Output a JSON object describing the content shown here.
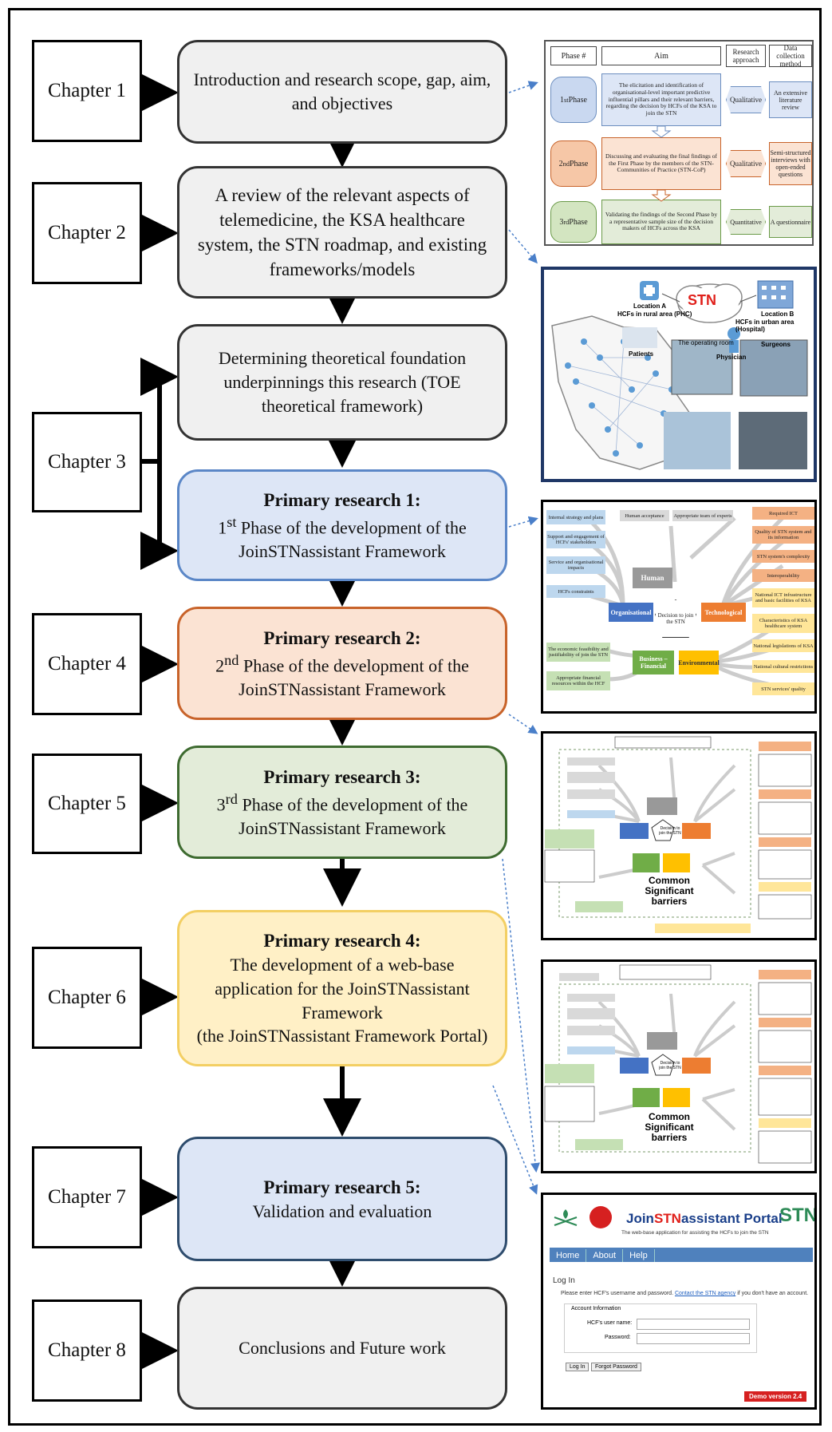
{
  "chapters": [
    "Chapter 1",
    "Chapter 2",
    "Chapter 3",
    "Chapter 4",
    "Chapter 5",
    "Chapter 6",
    "Chapter 7",
    "Chapter 8"
  ],
  "stages": {
    "s1": {
      "text": "Introduction and research scope, gap, aim, and objectives"
    },
    "s2": {
      "text": "A review of the relevant aspects of telemedicine, the KSA healthcare system, the STN roadmap, and existing frameworks/models"
    },
    "s3": {
      "text": "Determining theoretical foundation underpinnings this research (TOE theoretical framework)"
    },
    "s4": {
      "title": "Primary research 1:",
      "sup": "st",
      "num": "1",
      "line1_rest": " Phase of the development of the",
      "line2": "JoinSTNassistant Framework"
    },
    "s5": {
      "title": "Primary research 2:",
      "sup": "nd",
      "num": "2",
      "line1_rest": " Phase of the development of the",
      "line2": "JoinSTNassistant Framework"
    },
    "s6": {
      "title": "Primary research 3:",
      "sup": "rd",
      "num": "3",
      "line1_rest": " Phase of the development of the",
      "line2": "JoinSTNassistant Framework"
    },
    "s7": {
      "title": "Primary research 4:",
      "text": "The development of a web-base application for the JoinSTNassistant Framework",
      "text2": "(the JoinSTNassistant Framework Portal)"
    },
    "s8": {
      "title": "Primary research 5:",
      "text": "Validation and evaluation"
    },
    "s9": {
      "text": "Conclusions and Future work"
    }
  },
  "phase_table": {
    "headers": [
      "Phase #",
      "Aim",
      "Research approach",
      "Data collection method"
    ],
    "rows": [
      {
        "phase_num": "1",
        "phase_sup": "st",
        "phase_word": " Phase",
        "aim": "The elicitation and identification of organisational-level important predictive influential pillars and their relevant barriers, regarding the decision by HCFs of the KSA to join the STN",
        "approach": "Qualitative",
        "method": "An extensive literature review"
      },
      {
        "phase_num": "2",
        "phase_sup": "nd",
        "phase_word": " Phase",
        "aim": "Discussing and evaluating the final findings of the First Phase by the members of the STN-Communities of Practice (STN-CoP)",
        "approach": "Qualitative",
        "method": "Semi-structured interviews with open-ended questions"
      },
      {
        "phase_num": "3",
        "phase_sup": "rd",
        "phase_word": " Phase",
        "aim": "Validating the findings of the Second Phase by a representative sample size of the decision makers of HCFs across the KSA",
        "approach": "Quantitative",
        "method": "A questionnaire"
      }
    ]
  },
  "stn_map": {
    "stn_label": "STN",
    "location_a": "Location A",
    "location_a_sub": "HCFs in rural area (PHC)",
    "location_b": "Location B",
    "location_b_sub": "HCFs in urban area (Hospital)",
    "patients": "Patients",
    "operating_room": "The operating room",
    "physician": "Physician",
    "surgeons": "Surgeons"
  },
  "framework1": {
    "center": "Decision to join the STN",
    "pillars": [
      "Human",
      "Organisational",
      "Technological",
      "Business – Financial",
      "Environmental"
    ],
    "left_items": [
      "Internal strategy and plans",
      "Support and engagement of HCFs' stakeholders",
      "Service and organisational impacts",
      "HCFs constraints"
    ],
    "top_items": [
      "Human acceptance",
      "Appropriate team of experts"
    ],
    "right_items": [
      "Required ICT",
      "Quality of STN system and its information",
      "STN system's complexity",
      "Interoperability",
      "National ICT infrastructure and basic facilities of KSA",
      "Characteristics of KSA healthcare system",
      "National legislations of KSA",
      "National cultural restrictions",
      "STN services' quality"
    ],
    "bottom_left_items": [
      "The economic feasibility and justifiability of join the STN",
      "Appropriate financial resources within the HCF"
    ]
  },
  "framework2": {
    "barriers_label": "Common Significant barriers",
    "center": "Decision to join the STN"
  },
  "framework3": {
    "barriers_label": "Common Significant barriers",
    "center": "Decision to join the STN"
  },
  "portal": {
    "title_pre": "Join",
    "title_stn": "STN",
    "title_post": "assistant Portal",
    "subtitle": "The web-base application for assisting the HCFs to join the STN",
    "nav": [
      "Home",
      "About",
      "Help"
    ],
    "login_heading": "Log In",
    "login_prompt": "Please enter HCF's username and password.",
    "login_link": "Contact the STN agency",
    "login_prompt_end": "if you don't have an account.",
    "account_info": "Account Information",
    "username_label": "HCF's user name:",
    "password_label": "Password:",
    "login_button": "Log In",
    "forgot_button": "Forgot Password",
    "version": "Demo version 2.4",
    "logo_right": "STN"
  }
}
